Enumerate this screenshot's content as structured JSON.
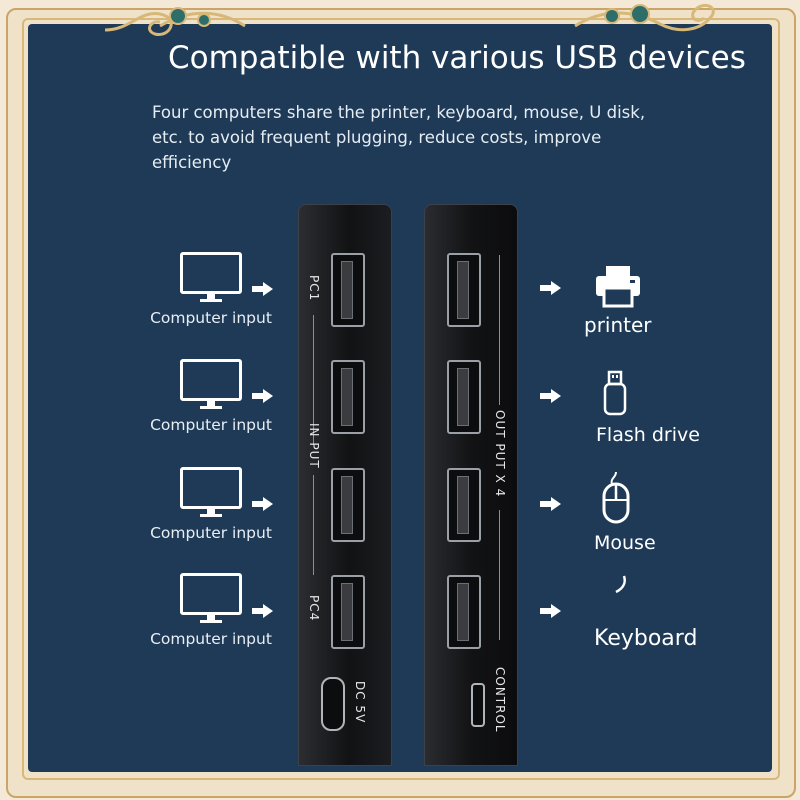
{
  "title": "Compatible with various USB devices",
  "description": "Four computers share the printer, keyboard, mouse, U disk, etc. to avoid frequent plugging, reduce costs, improve efficiency",
  "inputs": [
    {
      "label": "Computer input",
      "icon": "monitor-icon"
    },
    {
      "label": "Computer input",
      "icon": "monitor-icon"
    },
    {
      "label": "Computer input",
      "icon": "monitor-icon"
    },
    {
      "label": "Computer input",
      "icon": "monitor-icon"
    }
  ],
  "outputs": [
    {
      "label": "printer",
      "icon": "printer-icon"
    },
    {
      "label": "Flash drive",
      "icon": "flash-drive-icon"
    },
    {
      "label": "Mouse",
      "icon": "mouse-icon"
    },
    {
      "label": "Keyboard",
      "icon": "keyboard-icon"
    }
  ],
  "device": {
    "input_unit": {
      "pc1_label": "PC1",
      "input_label": "IN PUT",
      "pc4_label": "PC4",
      "power_label": "DC 5V"
    },
    "output_unit": {
      "output_label": "OUT PUT X 4",
      "control_label": "CONTROL"
    }
  },
  "colors": {
    "background": "#1e3a57",
    "frame": "#d8b878",
    "text": "#ffffff"
  }
}
